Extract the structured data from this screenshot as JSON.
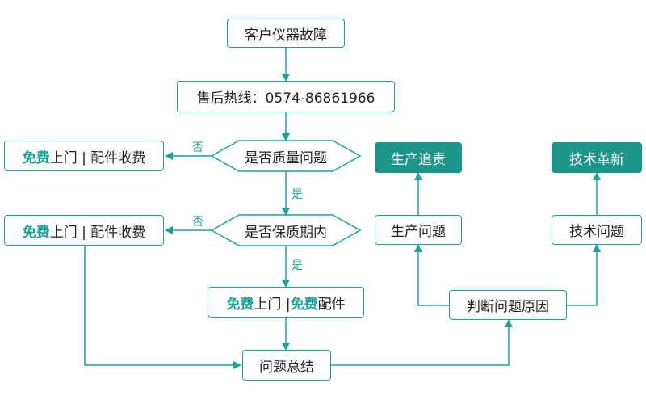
{
  "colors": {
    "accent": "#1aa39a",
    "solid_fill": "#1c958b",
    "text": "#222222"
  },
  "nodes": {
    "start": "客户仪器故障",
    "hotline": "售后热线：0574-86861966",
    "quality_q": "是否质量问题",
    "warranty_q": "是否保质期内",
    "fee_left1": {
      "free": "免费",
      "visit": "上门 | 配件收费"
    },
    "fee_left2": {
      "free": "免费",
      "visit": "上门 | 配件收费"
    },
    "free_center": {
      "free1": "免费",
      "mid": "上门 | ",
      "free2": "免费",
      "parts": "配件"
    },
    "summary": "问题总结",
    "analyze": "判断问题原因",
    "prod_issue": "生产问题",
    "prod_blame": "生产追责",
    "tech_issue": "技术问题",
    "tech_reform": "技术革新"
  },
  "labels": {
    "no1": "否",
    "yes1": "是",
    "no2": "否",
    "yes2": "是"
  }
}
